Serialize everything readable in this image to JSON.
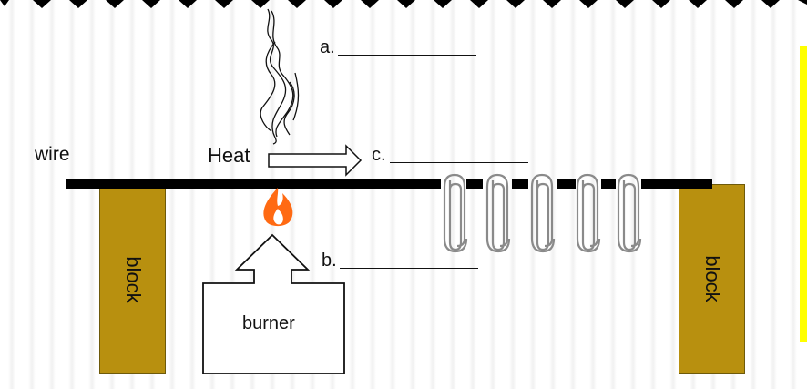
{
  "labels": {
    "wire": "wire",
    "heat": "Heat",
    "a": "a.",
    "b": "b.",
    "c": "c.",
    "burner": "burner",
    "block_left": "block",
    "block_right": "block"
  },
  "colors": {
    "block": "#b8900f",
    "wire": "#000000",
    "flame_outer": "#ff6a13",
    "flame_inner": "#ffffff",
    "accent": "#ffff00"
  },
  "icons": [
    "smoke-icon",
    "flame-icon",
    "paperclip-icon",
    "arrow-right-icon",
    "arrow-up-icon"
  ]
}
